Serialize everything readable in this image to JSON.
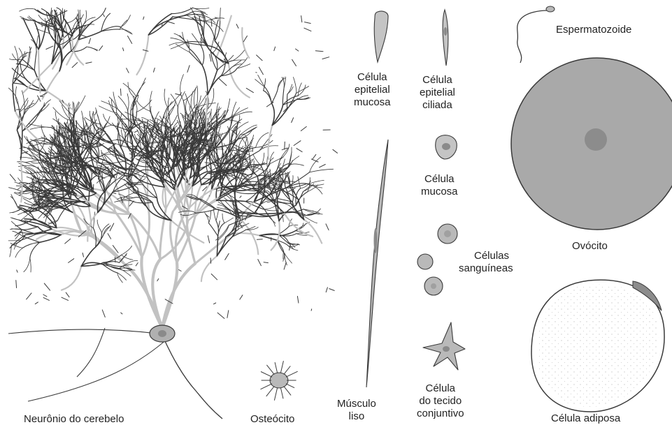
{
  "colors": {
    "ink": "#3a3a3a",
    "cell_fill": "#b9b9b9",
    "egg_fill": "#a9a9a9",
    "nucleus": "#8a8a8a",
    "background": "#ffffff"
  },
  "labels": {
    "neuron": "Neurônio do cerebelo",
    "osteocyte": "Osteócito",
    "smooth_muscle": [
      "Músculo",
      "liso"
    ],
    "mucous_epithelial": [
      "Célula",
      "epitelial",
      "mucosa"
    ],
    "ciliated_epithelial": [
      "Célula",
      "epitelial",
      "ciliada"
    ],
    "mucous_cell": [
      "Célula",
      "mucosa"
    ],
    "blood_cells": [
      "Células",
      "sanguíneas"
    ],
    "connective_cell": [
      "Célula",
      "do tecido",
      "conjuntivo"
    ],
    "sperm": "Espermatozoide",
    "oocyte": "Ovócito",
    "fat_cell": "Célula adiposa"
  }
}
